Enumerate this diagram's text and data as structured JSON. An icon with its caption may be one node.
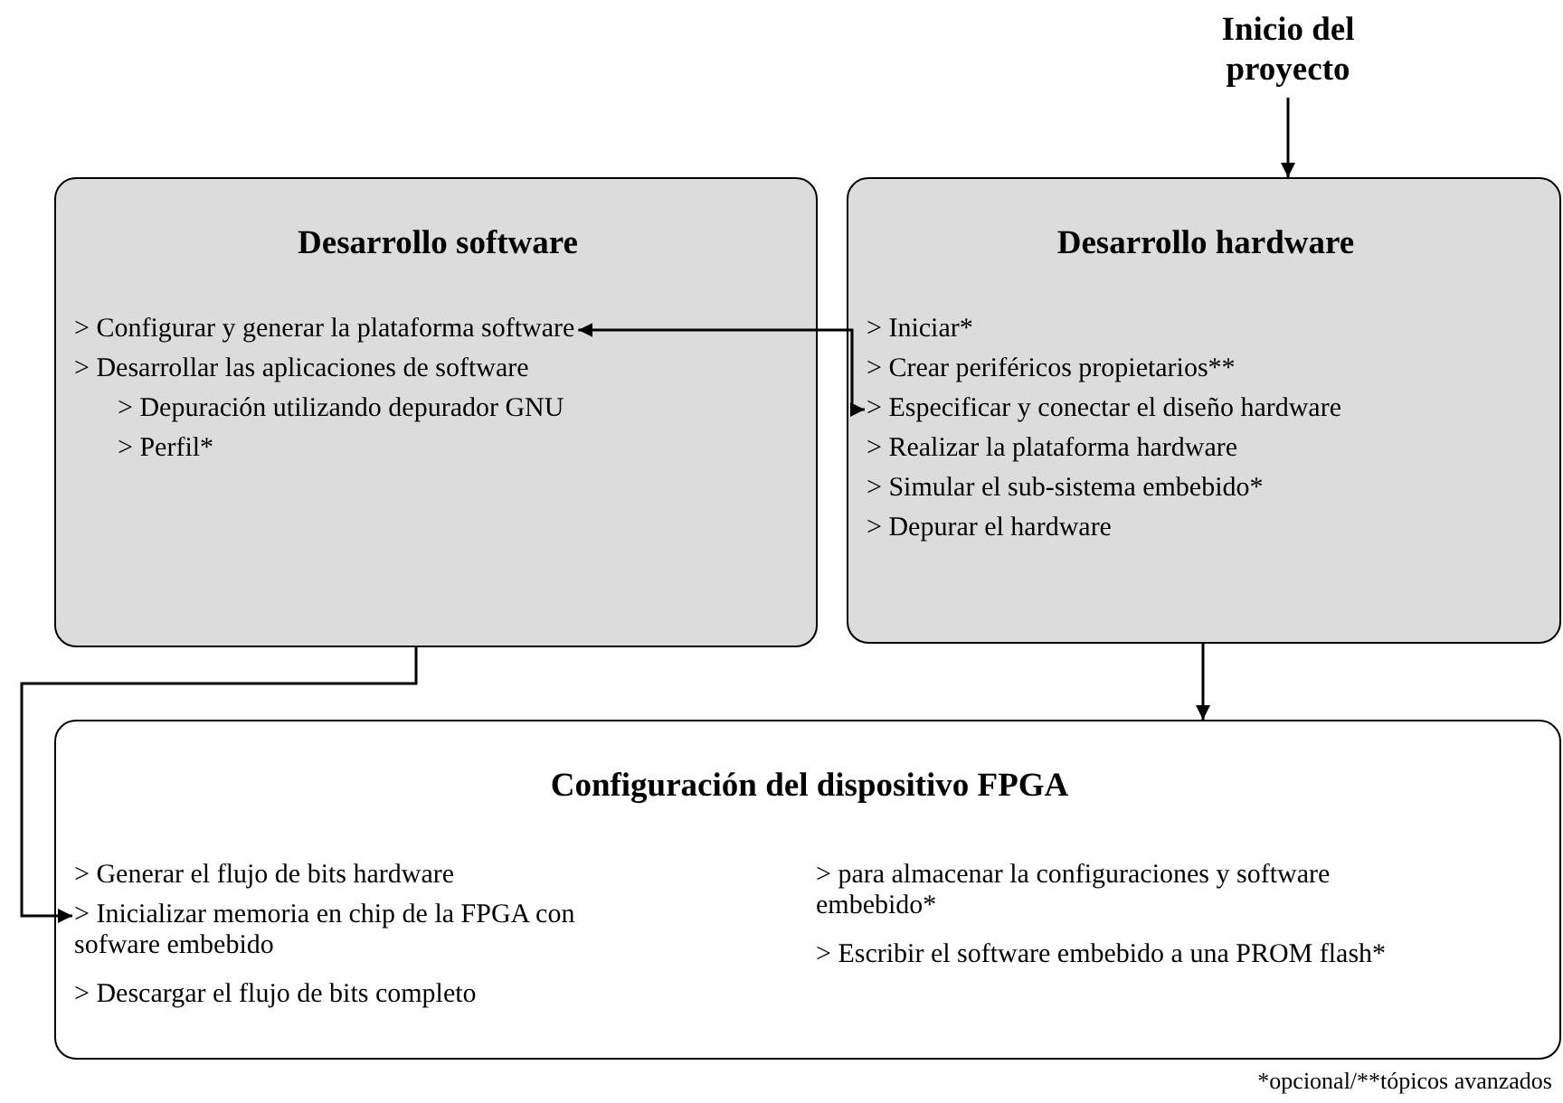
{
  "diagram": {
    "nodes": [
      {
        "text": [
          "Inicio del proyecto"
        ]
      },
      {
        "text": [
          "Desarrollo software",
          "> Desarrollar las aplicaciones de software",
          "> Depuración utilizando depurador GNU",
          "> Perfil*"
        ]
      },
      {
        "text": [
          "> Configurar y generar la plataforma software"
        ],
        "in": 1
      },
      {
        "text": [
          "Desarrollo hardware",
          "> Iniciar*",
          "> Crear periféricos propietarios**",
          "> Realizar la plataforma hardware",
          "> Simular el sub-sistema embebido*",
          "> Depurar el hardware"
        ]
      },
      {
        "text": [
          "> Especificar y conectar el diseño hardware"
        ],
        "in": 3
      },
      {
        "text": [
          "Configuración del dispositivo FPGA",
          "> Generar el flujo de bits hardware",
          "> Descargar el flujo de bits completo",
          "> para almacenar la configuraciones y software embebido*",
          "> Escribir el software embebido a una PROM flash*"
        ]
      },
      {
        "text": [
          "> Inicializar memoria en chip de la FPGA con sofware embebido"
        ],
        "in": 5
      }
    ],
    "edges": [
      {
        "from": 0,
        "to": 3,
        "arrow": "to"
      },
      {
        "from": 4,
        "to": 2,
        "arrow": "both"
      },
      {
        "from": 3,
        "to": 5,
        "arrow": "to"
      },
      {
        "from": 1,
        "to": 6,
        "arrow": "to"
      }
    ],
    "labels": [
      "*opcional/**tópicos avanzados"
    ]
  }
}
